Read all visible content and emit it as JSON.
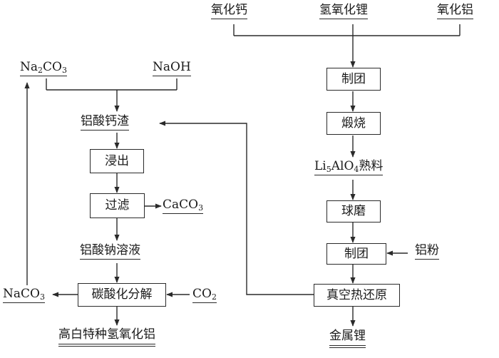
{
  "right_chain": {
    "calcium_oxide": "氧化钙",
    "lithium_hydroxide": "氢氧化锂",
    "aluminum_oxide": "氧化铝",
    "pelletize_1": "制团",
    "calcine": "煅烧",
    "clinker_main": "Li",
    "clinker_sub1": "5",
    "clinker_mid": "AlO",
    "clinker_sub2": "4",
    "clinker_tail": "熟料",
    "ball_mill": "球磨",
    "pelletize_2": "制团",
    "aluminum_powder": "铝粉",
    "vacuum_reduction": "真空热还原",
    "metal_lithium": "金属锂"
  },
  "left_chain": {
    "na2co3_main": "Na",
    "na2co3_sub": "2",
    "na2co3_tail": "CO",
    "na2co3_sub2": "3",
    "naoh": "NaOH",
    "calcium_aluminate_slag": "铝酸钙渣",
    "leach": "浸出",
    "filter": "过滤",
    "caco3_main": "CaCO",
    "caco3_sub": "3",
    "sodium_aluminate_solution": "铝酸钠溶液",
    "carbonation": "碳酸化分解",
    "co2_main": "CO",
    "co2_sub": "2",
    "naco3_main": "NaCO",
    "naco3_sub": "3",
    "product": "高白特种氢氧化铝"
  }
}
